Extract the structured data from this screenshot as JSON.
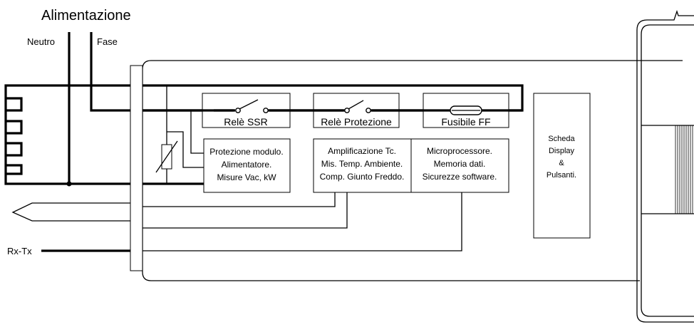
{
  "power": {
    "title": "Alimentazione",
    "neutral": "Neutro",
    "phase": "Fase"
  },
  "comm_label": "Rx-Tx",
  "components": {
    "relay_ssr": "Relè SSR",
    "relay_protection": "Relè Protezione",
    "fuse": "Fusibile FF"
  },
  "blocks": {
    "protection": [
      "Protezione modulo.",
      "Alimentatore.",
      "Misure Vac, kW"
    ],
    "amplification": [
      "Amplificazione Tc.",
      "Mis. Temp. Ambiente.",
      "Comp. Giunto Freddo."
    ],
    "micro": [
      "Microprocessore.",
      "Memoria dati.",
      "Sicurezze software."
    ],
    "display": [
      "Scheda",
      "Display",
      "&",
      "Pulsanti."
    ]
  },
  "colors": {
    "line": "#000000",
    "background": "#ffffff"
  }
}
